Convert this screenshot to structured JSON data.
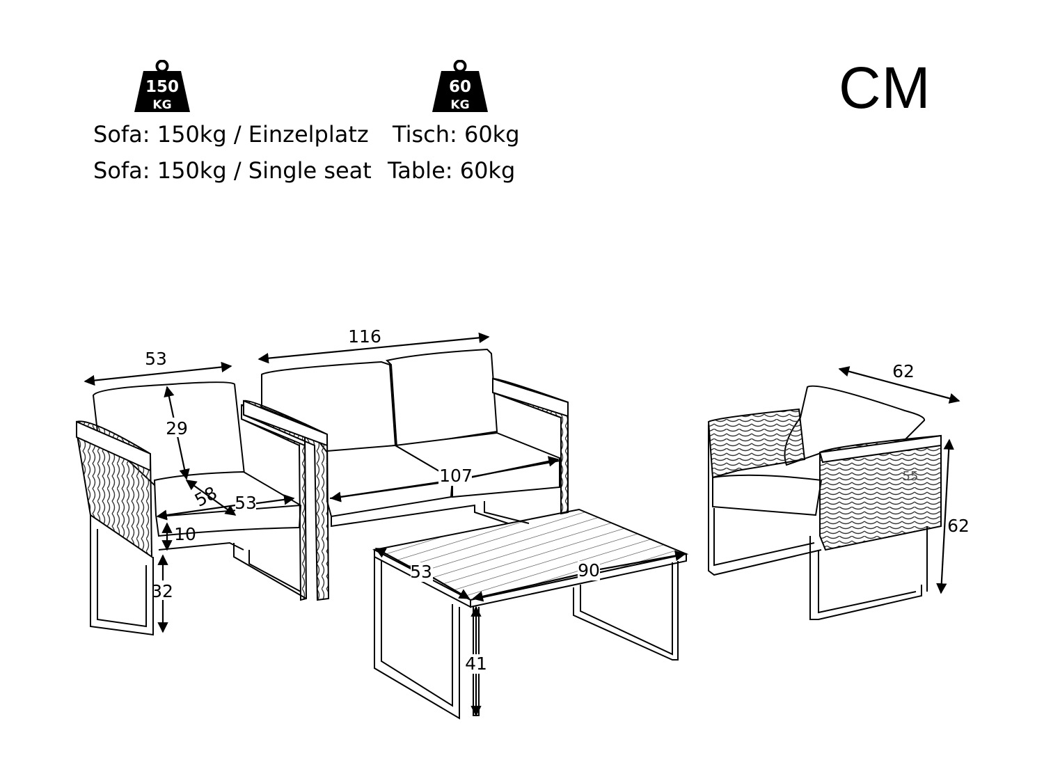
{
  "weights": [
    {
      "number": "150",
      "unit": "KG"
    },
    {
      "number": "60",
      "unit": "KG"
    }
  ],
  "unit_label": "CM",
  "lines": {
    "de_sofa": "Sofa: 150kg / Einzelplatz",
    "de_table": "Tisch: 60kg",
    "en_sofa": "Sofa: 150kg / Single seat",
    "en_table": "Table: 60kg"
  },
  "dimensions": {
    "chair_left_width": "53",
    "chair_left_back_height": "29",
    "chair_left_seat_depth": "58",
    "chair_left_seat_width": "53",
    "chair_left_cushion": "10",
    "chair_left_seat_height": "32",
    "sofa_width": "116",
    "sofa_seat_width": "107",
    "table_depth": "53",
    "table_width": "90",
    "table_height": "41",
    "chair_right_width": "62",
    "chair_right_height": "62",
    "chair_right_hidden": "55"
  },
  "colors": {
    "line": "#000000",
    "background": "#ffffff"
  }
}
